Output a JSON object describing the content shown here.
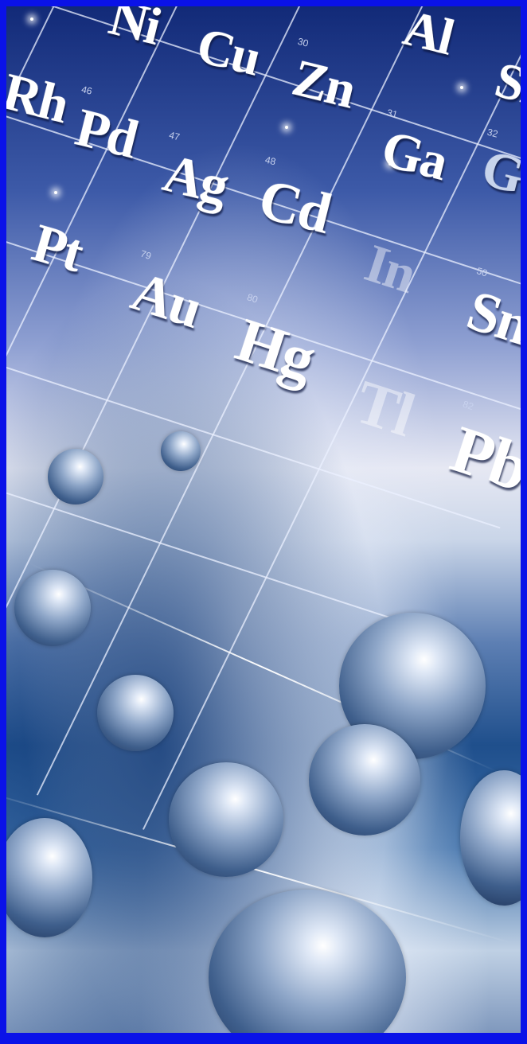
{
  "elements": {
    "e0": {
      "symbol": "Ni",
      "number": ""
    },
    "e1": {
      "symbol": "Cu",
      "number": ""
    },
    "e2": {
      "symbol": "Zn",
      "number": "30"
    },
    "e3": {
      "symbol": "Al",
      "number": ""
    },
    "e4": {
      "symbol": "Si",
      "number": ""
    },
    "e5": {
      "symbol": "Rh",
      "number": ""
    },
    "e6": {
      "symbol": "Pd",
      "number": "46"
    },
    "e7": {
      "symbol": "Ag",
      "number": "47"
    },
    "e8": {
      "symbol": "Cd",
      "number": "48"
    },
    "e9": {
      "symbol": "Ga",
      "number": "31"
    },
    "e10": {
      "symbol": "Ge",
      "number": "32"
    },
    "e11": {
      "symbol": "Pt",
      "number": ""
    },
    "e12": {
      "symbol": "Au",
      "number": "79"
    },
    "e13": {
      "symbol": "Hg",
      "number": "80"
    },
    "e14": {
      "symbol": "In",
      "number": ""
    },
    "e15": {
      "symbol": "Sn",
      "number": "50"
    },
    "e16": {
      "symbol": "Tl",
      "number": ""
    },
    "e17": {
      "symbol": "Pb",
      "number": "82"
    }
  },
  "colors": {
    "border": "#0a12e8",
    "symbol": "#ffffff",
    "sphere": "#8ea6c8"
  }
}
